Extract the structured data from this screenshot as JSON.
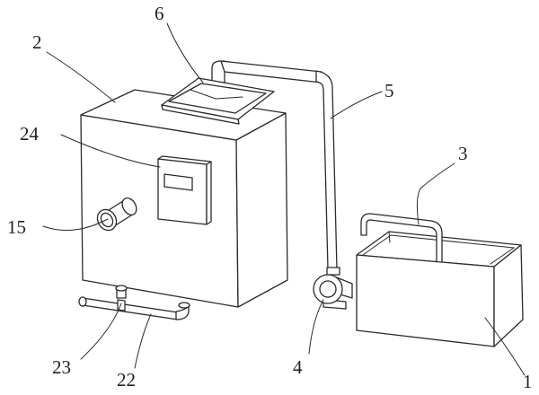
{
  "labels": {
    "housing": "2",
    "hopper": "6",
    "pipe": "5",
    "tank_pipe": "3",
    "control_box": "24",
    "outlet_pipe": "15",
    "tank": "1",
    "pump": "4",
    "bottom_valve": "23",
    "bottom_pipe": "22"
  }
}
